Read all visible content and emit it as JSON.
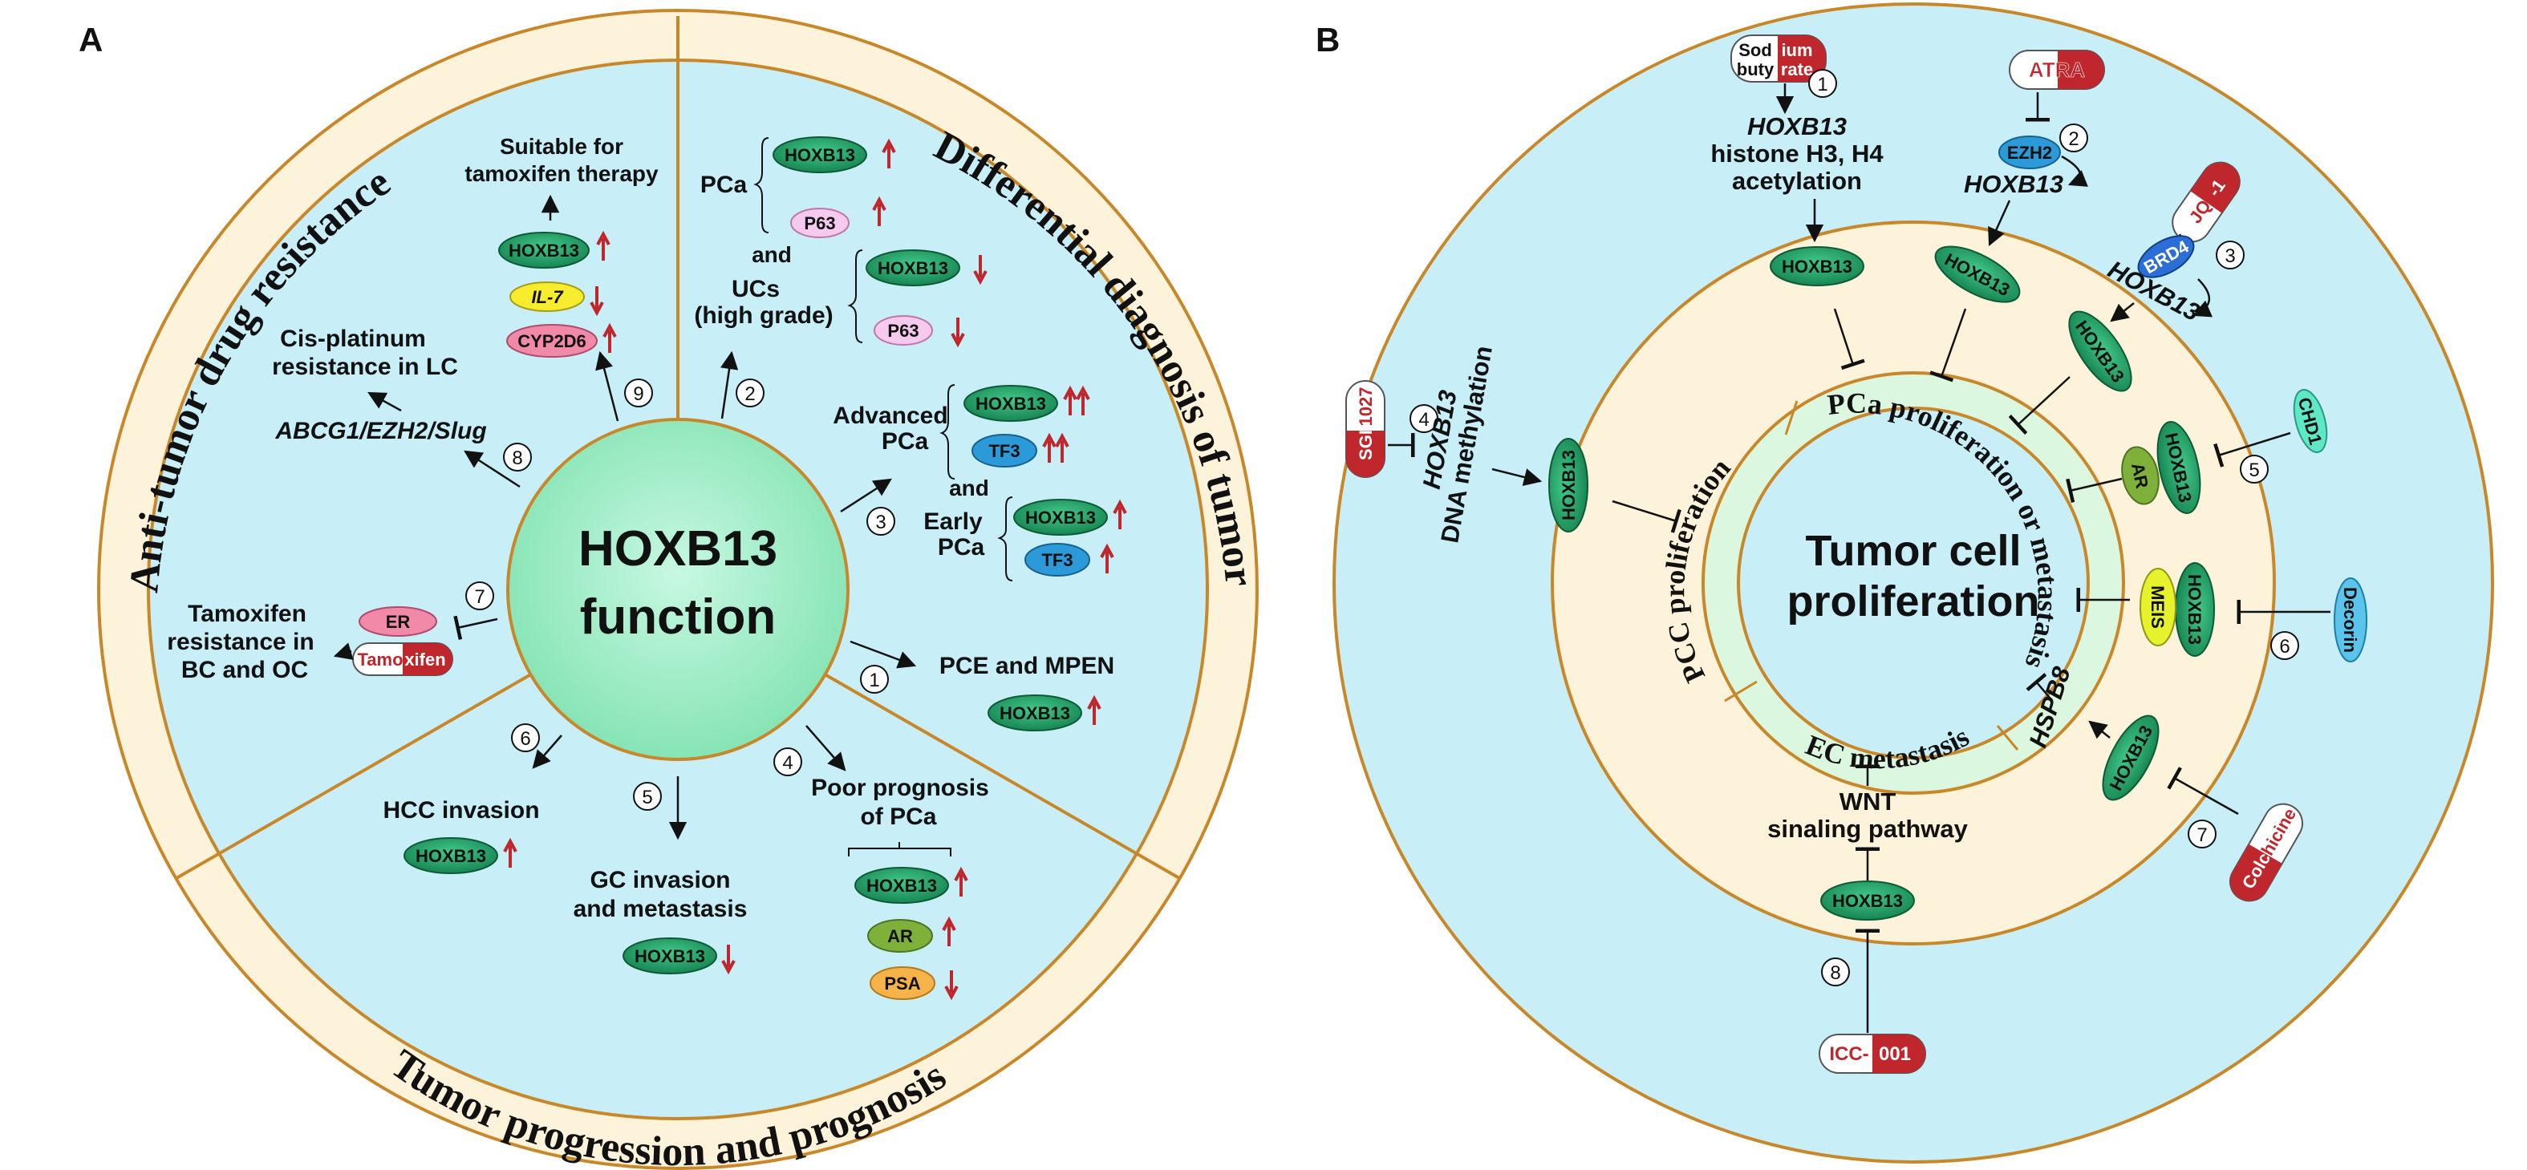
{
  "panel_labels": {
    "a": "A",
    "b": "B"
  },
  "colors": {
    "outer_ring": "#fdf3da",
    "inner_fill": "#c8eef8",
    "border": "#c8882a",
    "hoxb13": "#1e9c62",
    "tf3": "#2c9ad8",
    "p63": "#f6c9ee",
    "il7": "#f7ec2e",
    "cyp2d6": "#f08aa8",
    "ar": "#7fb03a",
    "psa": "#f6b34a",
    "drug_red": "#c0272d",
    "up_down_arrow": "#c0272d"
  },
  "panel_a": {
    "center": {
      "line1": "HOXB13",
      "line2": "function"
    },
    "ring_titles": {
      "left": "Anti-tumor drug resistance",
      "right": "Differential diagnosis of tumor",
      "bottom": "Tumor progression and prognosis"
    },
    "pcA": {
      "label": "PCa",
      "and": "and",
      "ucs1": "UCs",
      "ucs2": "(high grade)"
    },
    "advanced": {
      "l1": "Advanced",
      "l2": "PCa",
      "and": "and",
      "early1": "Early",
      "early2": "PCa"
    },
    "item1": {
      "num": "1",
      "label": "PCE and MPEN"
    },
    "item2": {
      "num": "2"
    },
    "item3": {
      "num": "3"
    },
    "item4": {
      "num": "4",
      "l1": "Poor prognosis",
      "l2": "of PCa"
    },
    "item5": {
      "num": "5",
      "l1": "GC invasion",
      "l2": "and metastasis"
    },
    "item6": {
      "num": "6",
      "label": "HCC invasion"
    },
    "item7": {
      "num": "7",
      "l1": "Tamoxifen",
      "l2": "resistance in",
      "l3": "BC and OC"
    },
    "item8": {
      "num": "8",
      "label": "ABCG1/EZH2/Slug"
    },
    "item9": {
      "num": "9",
      "l1": "Suitable for",
      "l2": "tamoxifen therapy"
    },
    "cis": {
      "l1": "Cis-platinum",
      "l2": "resistance in LC"
    },
    "pills": {
      "hoxb13": "HOXB13",
      "p63": "P63",
      "tf3": "TF3",
      "il7": "IL-7",
      "cyp2d6": "CYP2D6",
      "ar": "AR",
      "psa": "PSA",
      "er": "ER",
      "tamo_a": "Tamo",
      "tamo_b": "xifen"
    }
  },
  "panel_b": {
    "center": {
      "line1": "Tumor cell",
      "line2": "proliferation"
    },
    "inner_ring": {
      "top_right": "PCa proliferation or metastasis",
      "left": "PCC proliferation",
      "bottom": "EC metastasis"
    },
    "hoxb13": "HOXB13",
    "drugs": {
      "sodium_a": "Sod",
      "sodium_b": "ium",
      "sodium_c": "buty",
      "sodium_d": "rate",
      "atra": "ATRA",
      "jq_a": "JQ",
      "jq_b": "-1",
      "sgi_a": "SGI",
      "sgi_b": "1027",
      "colchicine_a": "Colc",
      "colchicine_b": "hicine",
      "icc_a": "ICC-",
      "icc_b": "001"
    },
    "labels": {
      "acet_gene": "HOXB13",
      "acet_l2": "histone H3, H4",
      "acet_l3": "acetylation",
      "ezh2": "EZH2",
      "brd4": "BRD4",
      "dna_gene": "HOXB13",
      "dna_l2": "DNA methylation",
      "chd1": "CHD1",
      "ar": "AR",
      "meis": "MEIS",
      "decorin": "Decorin",
      "hspb8": "HSPB8",
      "wnt_l1": "WNT",
      "wnt_l2": "sinaling pathway"
    },
    "nums": [
      "1",
      "2",
      "3",
      "4",
      "5",
      "6",
      "7",
      "8"
    ]
  }
}
